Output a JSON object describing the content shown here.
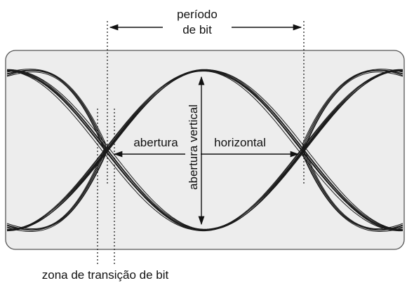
{
  "diagram": {
    "labels": {
      "bit_period_line1": "período",
      "bit_period_line2": "de bit",
      "horizontal_opening_left": "abertura",
      "horizontal_opening_right": "horizontal",
      "vertical_opening": "abertura vertical",
      "transition_zone": "zona de transição de bit"
    },
    "colors": {
      "background": "#ffffff",
      "panel_fill": "#ededed",
      "panel_stroke": "#555555",
      "trace": "#1a1a1a",
      "annotation": "#111111"
    }
  }
}
